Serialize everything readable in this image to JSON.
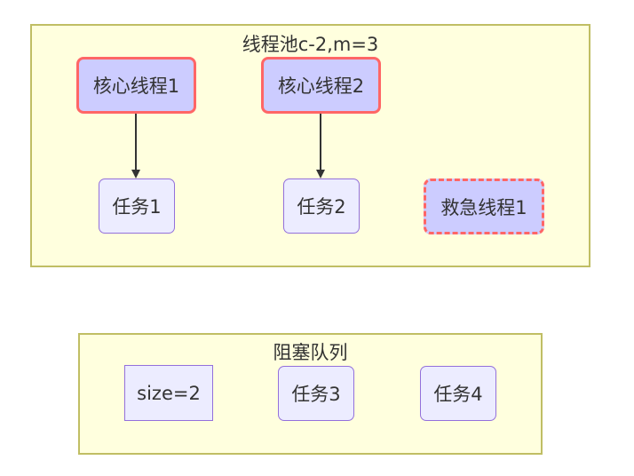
{
  "thread_pool": {
    "title": "线程池c-2,m=3",
    "core_threads": [
      {
        "label": "核心线程1"
      },
      {
        "label": "核心线程2"
      }
    ],
    "tasks": [
      {
        "label": "任务1"
      },
      {
        "label": "任务2"
      }
    ],
    "emergency_thread": {
      "label": "救急线程1"
    },
    "edges": [
      {
        "from": "核心线程1",
        "to": "任务1"
      },
      {
        "from": "核心线程2",
        "to": "任务2"
      }
    ]
  },
  "blocking_queue": {
    "title": "阻塞队列",
    "size_label": "size=2",
    "tasks": [
      {
        "label": "任务3"
      },
      {
        "label": "任务4"
      }
    ]
  },
  "colors": {
    "cluster_fill": "#ffffde",
    "cluster_border": "#c0be64",
    "core_fill": "#ccccff",
    "core_border": "#ff6666",
    "task_fill": "#ececff",
    "task_border": "#9370db",
    "edge": "#333333"
  }
}
